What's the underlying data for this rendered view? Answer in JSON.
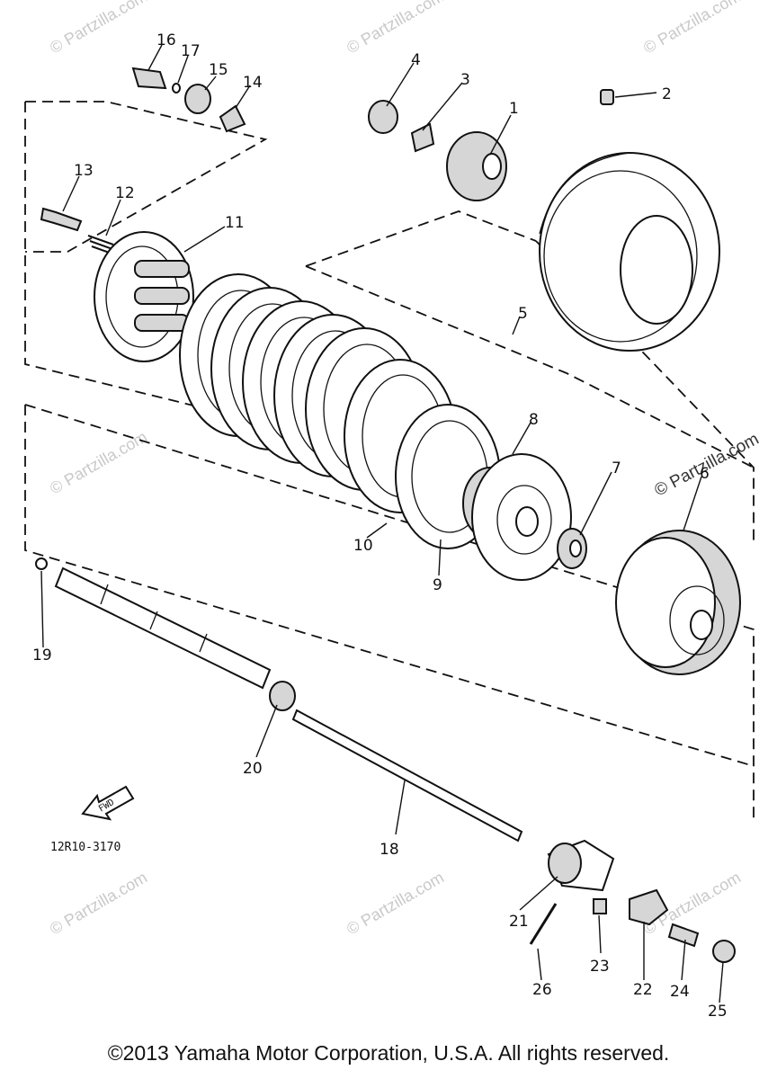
{
  "diagram_code": "12R10-3170",
  "fwd_arrow_text": "FWD",
  "watermark": "© Partzilla.com",
  "copyright": "©2013 Yamaha Motor Corporation, U.S.A. All rights reserved.",
  "callouts": [
    "1",
    "2",
    "3",
    "4",
    "5",
    "6",
    "7",
    "8",
    "9",
    "10",
    "11",
    "12",
    "13",
    "14",
    "15",
    "16",
    "17",
    "18",
    "19",
    "20",
    "21",
    "22",
    "23",
    "24",
    "25",
    "26"
  ]
}
